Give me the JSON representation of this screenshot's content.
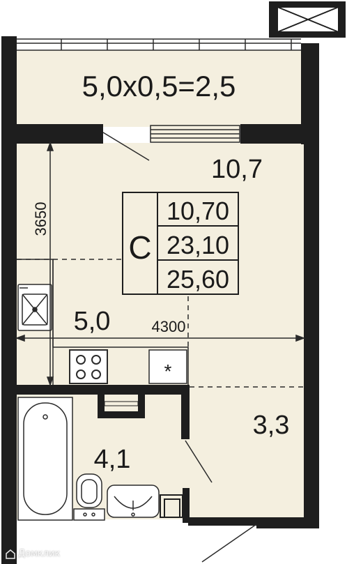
{
  "rooms": {
    "balcony_area": "5,0x0,5=2,5",
    "living_area": "10,7",
    "kitchen_area": "5,0",
    "hall_area": "3,3",
    "bathroom_area": "4,1"
  },
  "dimensions": {
    "vertical": "3650",
    "horizontal": "4300"
  },
  "summary": {
    "type_letter": "C",
    "living": "10,70",
    "total": "23,10",
    "total_with_balcony": "25,60"
  },
  "appliances": {
    "fridge_symbol": "*"
  },
  "watermark": {
    "text": "Домклик"
  },
  "colors": {
    "floor": "#f4efdf",
    "wall": "#1e1e1e",
    "line": "#2a2a2a"
  }
}
